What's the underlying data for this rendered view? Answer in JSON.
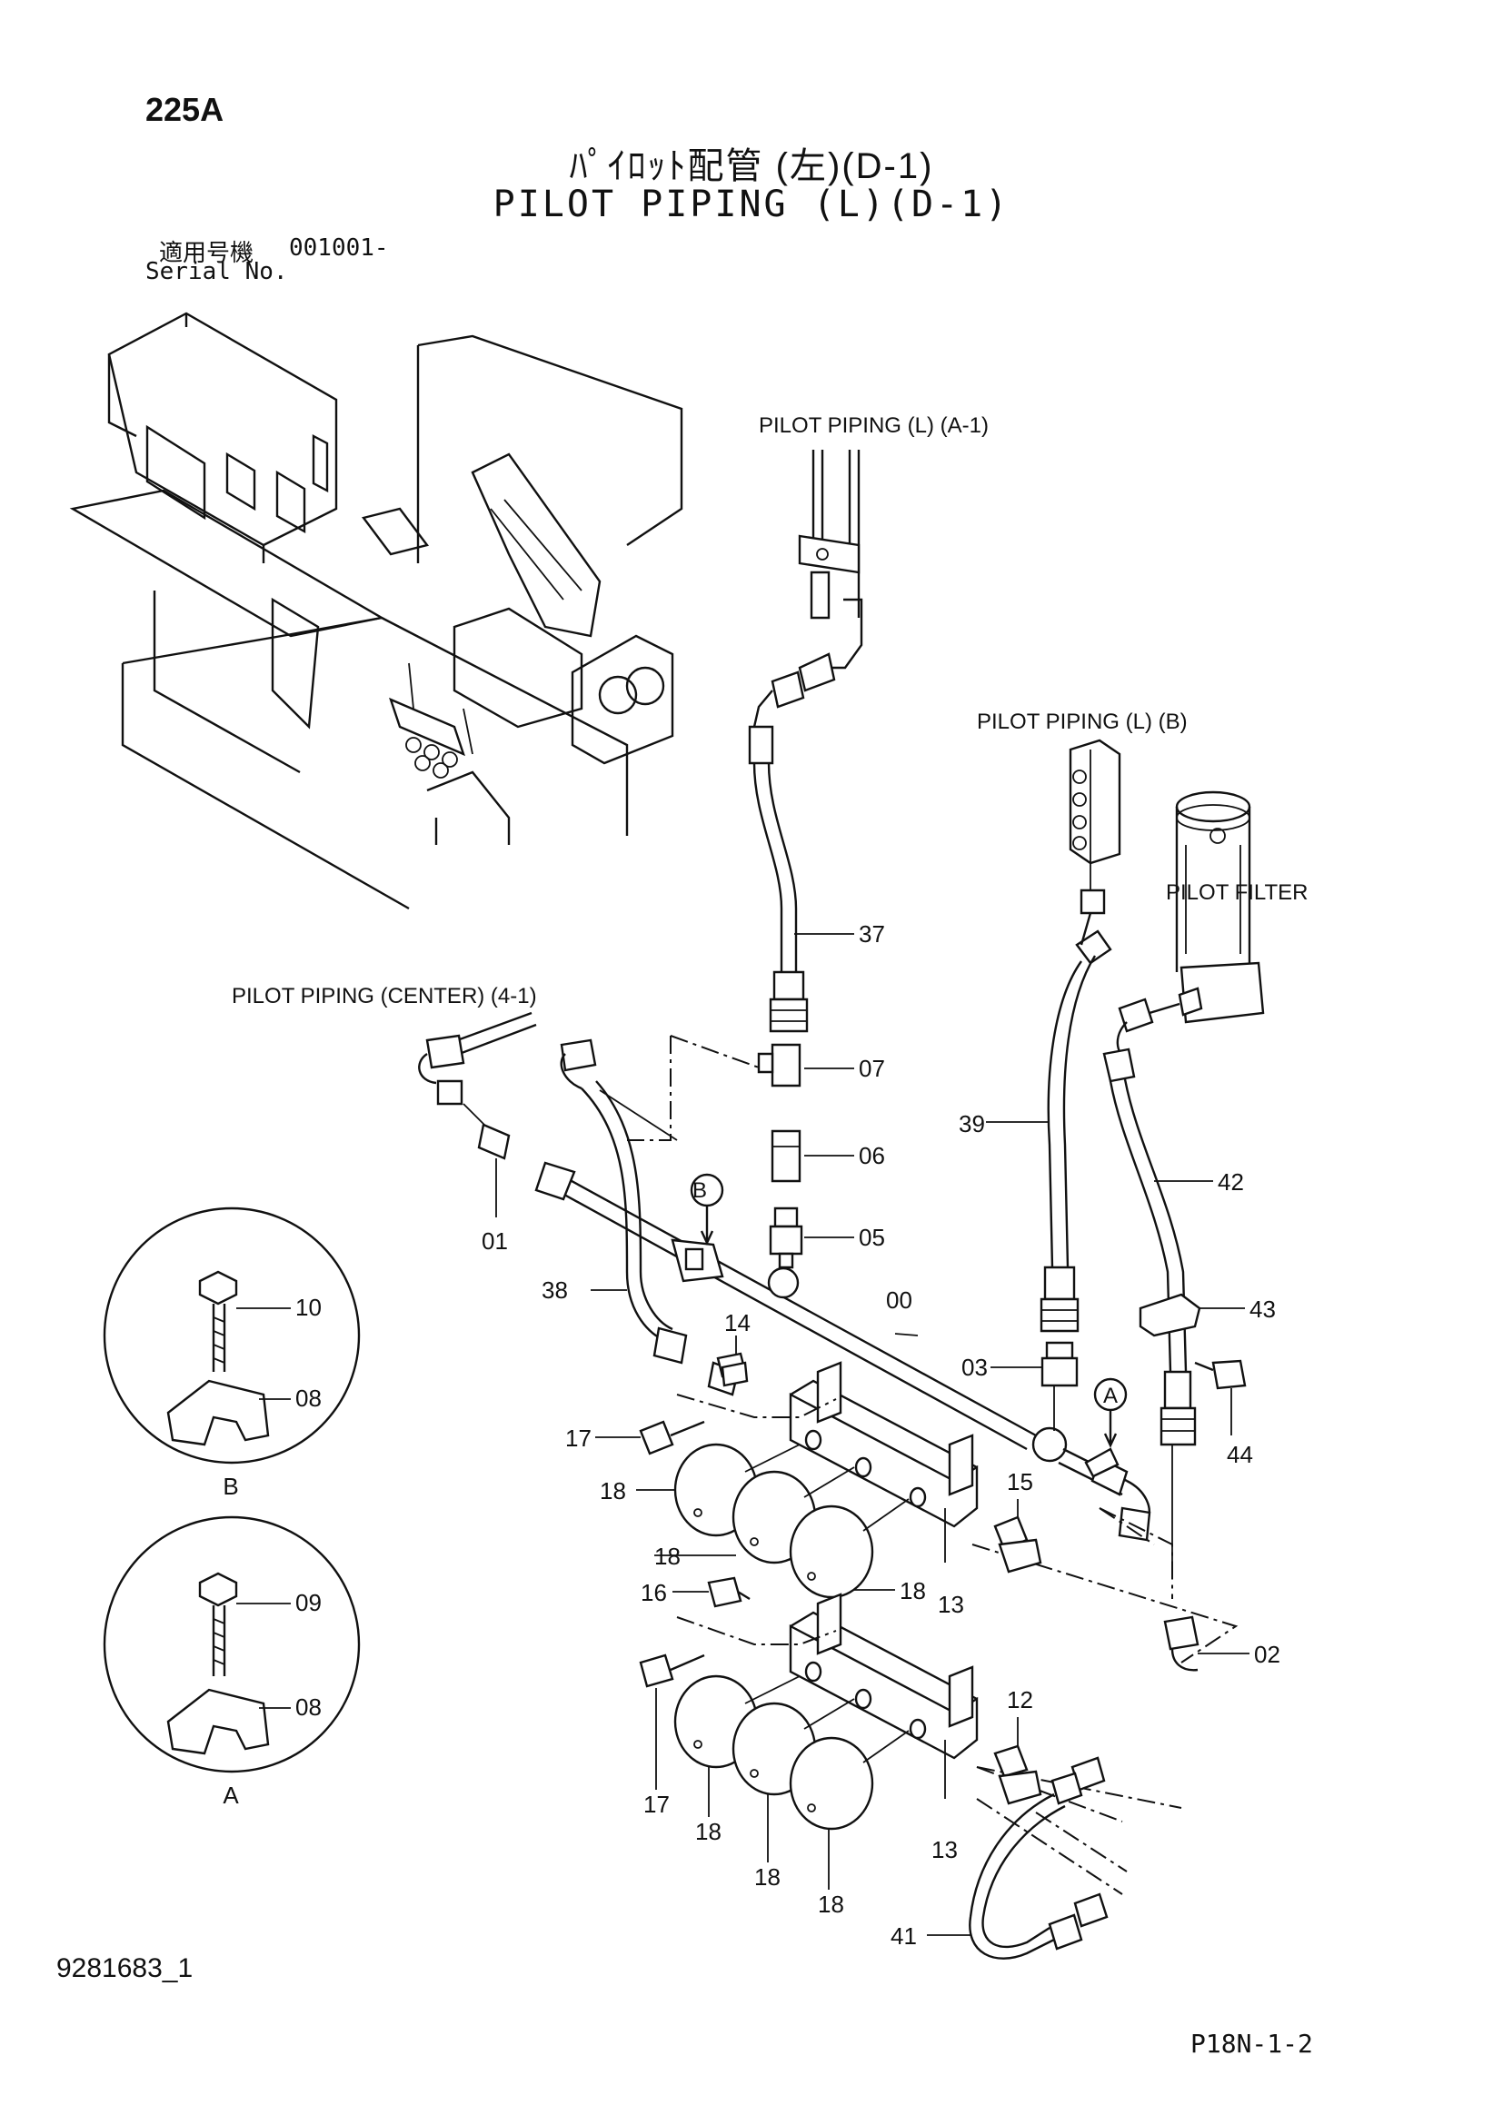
{
  "header": {
    "page_code": "225A",
    "title_jp": "ﾊﾟｲﾛｯﾄ配管 (左)(D-1)",
    "title_en": "PILOT PIPING (L)(D-1)",
    "serial_label_jp": "適用号機",
    "serial_value": "001001-",
    "serial_label_en": "Serial No."
  },
  "references": {
    "pilot_piping_a1": "PILOT  PIPING (L) (A-1)",
    "pilot_piping_b": "PILOT  PIPING  (L) (B)",
    "pilot_filter": "PILOT  FILTER",
    "pilot_piping_center": "PILOT  PIPING (CENTER) (4-1)"
  },
  "details": {
    "b": {
      "letter": "B",
      "parts": [
        "10",
        "08"
      ]
    },
    "a": {
      "letter": "A",
      "parts": [
        "09",
        "08"
      ]
    }
  },
  "callouts": {
    "c00": "00",
    "c01": "01",
    "c02": "02",
    "c03": "03",
    "c05": "05",
    "c06": "06",
    "c07": "07",
    "c12": "12",
    "c14": "14",
    "c15": "15",
    "c16": "16",
    "c17a": "17",
    "c17b": "17",
    "c18a": "18",
    "c18b": "18",
    "c18c": "18",
    "c18d": "18",
    "c18e": "18",
    "c18f": "18",
    "c13a": "13",
    "c13b": "13",
    "c37": "37",
    "c38": "38",
    "c39": "39",
    "c41": "41",
    "c42": "42",
    "c43": "43",
    "c44": "44"
  },
  "footer": {
    "drawing_number": "9281683_1",
    "page_reference": "P18N-1-2"
  }
}
